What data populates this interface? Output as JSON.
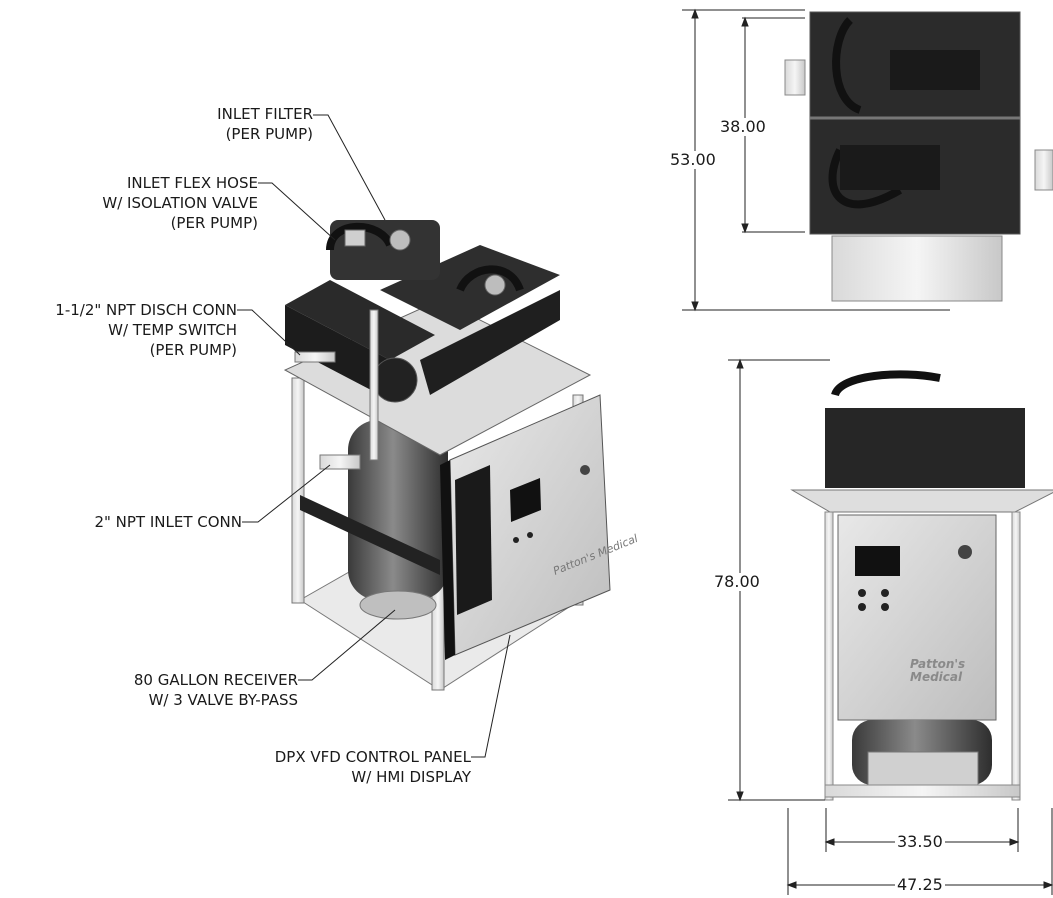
{
  "callouts": {
    "inlet_filter": {
      "line1": "INLET FILTER",
      "line2": "(PER PUMP)"
    },
    "inlet_flex_hose": {
      "line1": "INLET FLEX HOSE",
      "line2": "W/ ISOLATION VALVE",
      "line3": "(PER PUMP)"
    },
    "disch_conn": {
      "line1": "1-1/2\" NPT DISCH CONN",
      "line2": "W/ TEMP SWITCH",
      "line3": "(PER PUMP)"
    },
    "inlet_conn": {
      "line1": "2\" NPT INLET CONN"
    },
    "receiver": {
      "line1": "80 GALLON RECEIVER",
      "line2": "W/ 3 VALVE BY-PASS"
    },
    "control_panel": {
      "line1": "DPX VFD CONTROL PANEL",
      "line2": "W/ HMI DISPLAY"
    }
  },
  "dimensions": {
    "top_inner_depth": "38.00",
    "top_overall_depth": "53.00",
    "front_height": "78.00",
    "front_base_width": "33.50",
    "front_overall_width": "47.25"
  },
  "branding": {
    "logo_text": "Patton's Medical"
  }
}
